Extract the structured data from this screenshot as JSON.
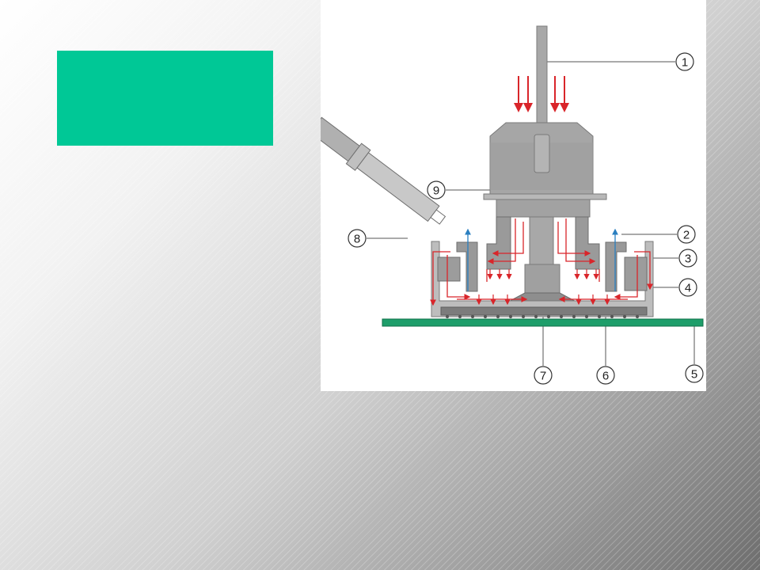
{
  "colors": {
    "accent_box": "#00c896",
    "board": "#1e9e6a",
    "housing": "#a4a4a4",
    "flow_hot": "#d9252a",
    "flow_cool": "#2a7fc0"
  },
  "callouts": [
    {
      "id": 1,
      "label": "1"
    },
    {
      "id": 2,
      "label": "2"
    },
    {
      "id": 3,
      "label": "3"
    },
    {
      "id": 4,
      "label": "4"
    },
    {
      "id": 5,
      "label": "5"
    },
    {
      "id": 6,
      "label": "6"
    },
    {
      "id": 7,
      "label": "7"
    },
    {
      "id": 8,
      "label": "8"
    },
    {
      "id": 9,
      "label": "9"
    }
  ]
}
